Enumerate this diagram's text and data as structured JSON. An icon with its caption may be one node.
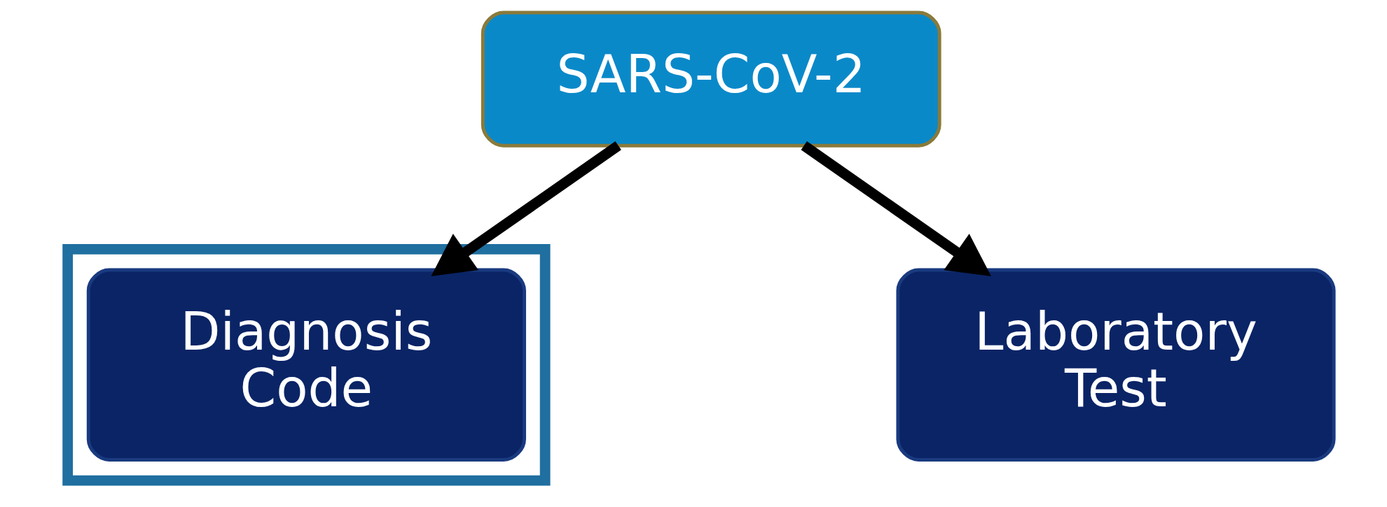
{
  "diagram": {
    "nodes": [
      {
        "text": [
          "SARS-CoV-2"
        ]
      },
      {
        "text": [],
        "shape": "box"
      },
      {
        "text": [
          "Diagnosis Code"
        ],
        "in": 1
      },
      {
        "text": [
          "Laboratory Test"
        ]
      }
    ],
    "edges": [
      {
        "from": 0,
        "to": 2,
        "arrow": "to"
      },
      {
        "from": 0,
        "to": 3,
        "arrow": "to"
      }
    ]
  }
}
